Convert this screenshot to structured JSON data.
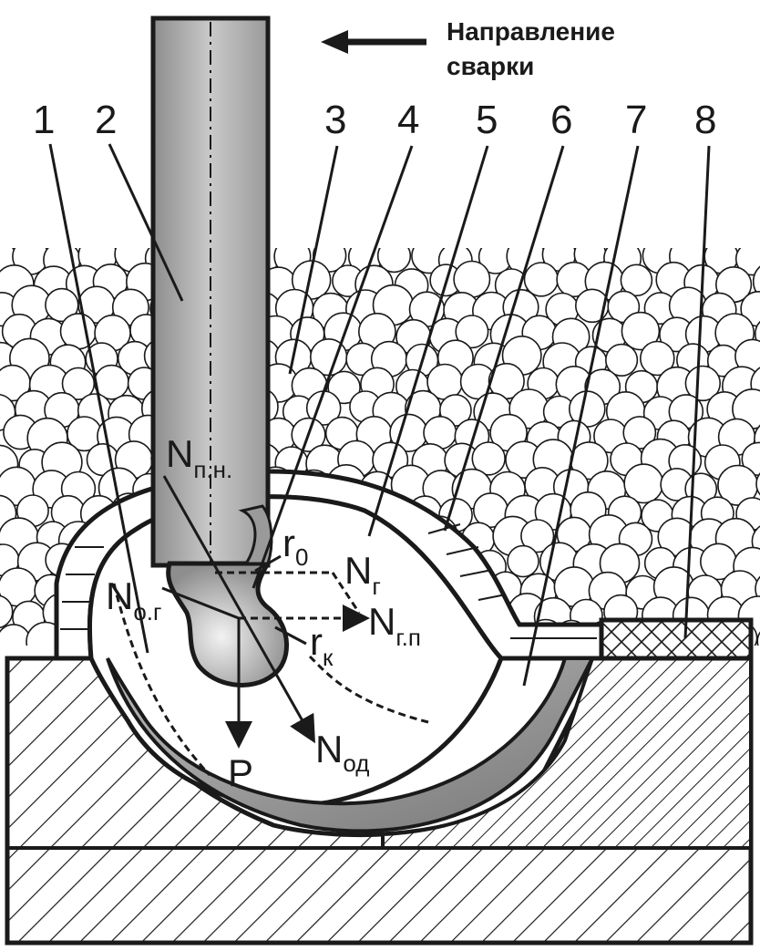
{
  "direction": {
    "line1": "Направление",
    "line2": "сварки"
  },
  "callouts": [
    "1",
    "2",
    "3",
    "4",
    "5",
    "6",
    "7",
    "8"
  ],
  "symbols": {
    "n_pn": {
      "main": "N",
      "sub": "п.н."
    },
    "r0": {
      "main": "r",
      "sub": "0"
    },
    "n_g": {
      "main": "N",
      "sub": "г"
    },
    "n_og": {
      "main": "N",
      "sub": "о.г"
    },
    "n_gp": {
      "main": "N",
      "sub": "г.п"
    },
    "rk": {
      "main": "r",
      "sub": "к"
    },
    "p": {
      "main": "P"
    },
    "n_od": {
      "main": "N",
      "sub": "од"
    }
  }
}
